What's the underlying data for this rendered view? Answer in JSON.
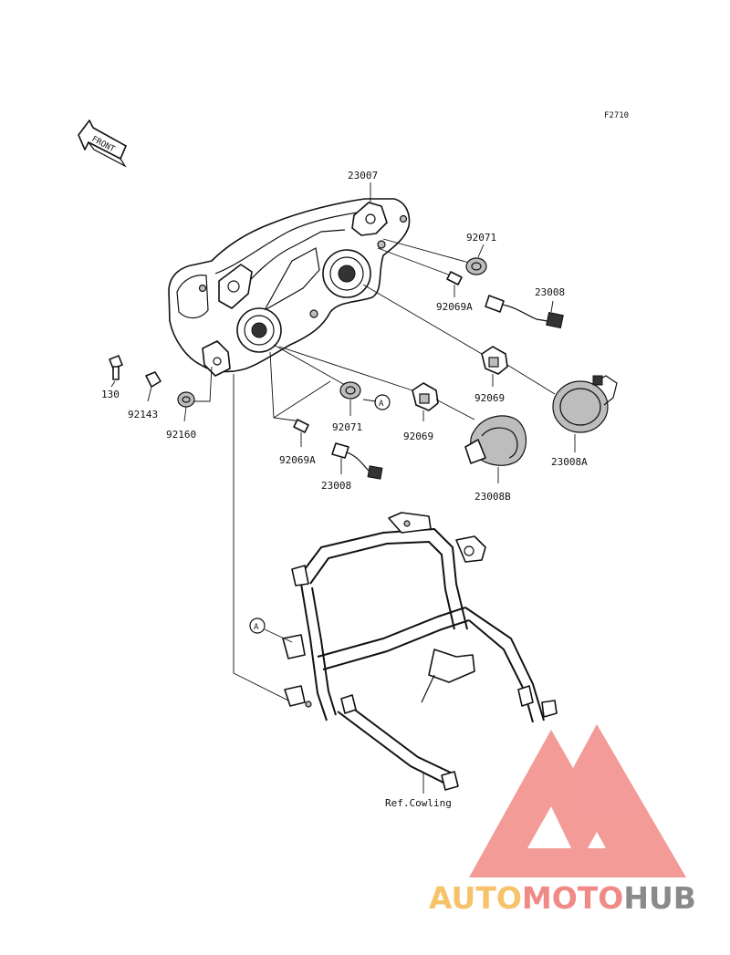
{
  "figure_code": "F2710",
  "front_arrow_label": "FRONT",
  "ref_label": "Ref.Cowling",
  "callout_letter": "A",
  "parts": {
    "headlight_assembly": "23007",
    "grommet_upper": "92071",
    "bulb_small_upper": "92069A",
    "socket_upper": "23008",
    "bulb_main_right": "92069",
    "cap_right": "23008A",
    "bolt": "130",
    "collar": "92143",
    "damper": "92160",
    "grommet_lower": "92071",
    "bulb_main_left": "92069",
    "bulb_small_lower": "92069A",
    "socket_lower": "23008",
    "cap_left": "23008B"
  },
  "watermark": {
    "part1": "AUTO",
    "part2": "MOTO",
    "part3": "HUB",
    "colors": {
      "auto": "#f6c36a",
      "moto": "#f08a86",
      "hub": "#8a8a8a",
      "logo": "#f08a86"
    }
  }
}
